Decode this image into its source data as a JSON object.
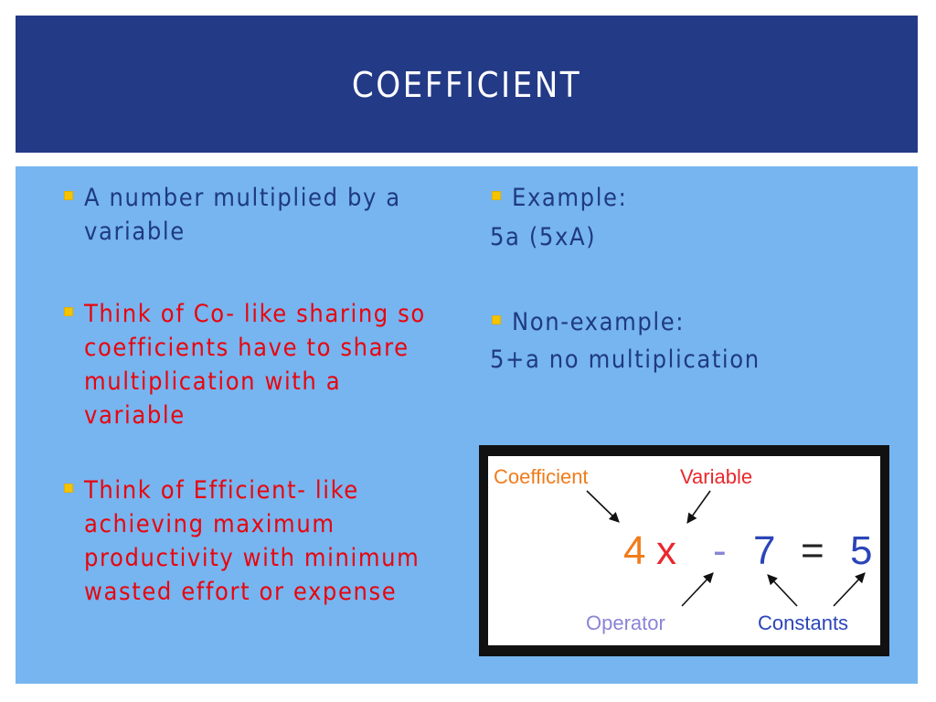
{
  "slide": {
    "title": "COEFFICIENT"
  },
  "left_column": {
    "bullets": [
      {
        "text": "A number multiplied by a variable",
        "color": "#1f3a80"
      },
      {
        "text": "Think of Co- like sharing so coefficients have to share multiplication with a variable",
        "color": "#e8050d"
      },
      {
        "text": "Think of Efficient- like achieving maximum productivity with minimum wasted effort or expense",
        "color": "#e8050d"
      }
    ]
  },
  "right_column": {
    "example_label": "Example:",
    "example_value": "5a (5xA)",
    "nonexample_label": "Non-example:",
    "nonexample_value": "5+a no multiplication"
  },
  "figure": {
    "label_coefficient": "Coefficient",
    "label_variable": "Variable",
    "label_operator": "Operator",
    "label_constants": "Constants",
    "eq_coefficient": "4",
    "eq_variable": "x",
    "eq_operator": "-",
    "eq_constant1": "7",
    "eq_equals": "=",
    "eq_constant2": "5",
    "colors": {
      "coefficient": "#f07c1c",
      "variable": "#e8282d",
      "operator": "#8a84d6",
      "constants": "#2b45b8",
      "equals": "#222222"
    }
  },
  "colors": {
    "title_bar": "#233a86",
    "content_bg": "#76b5f0",
    "bullet_marker": "#f5c400"
  }
}
